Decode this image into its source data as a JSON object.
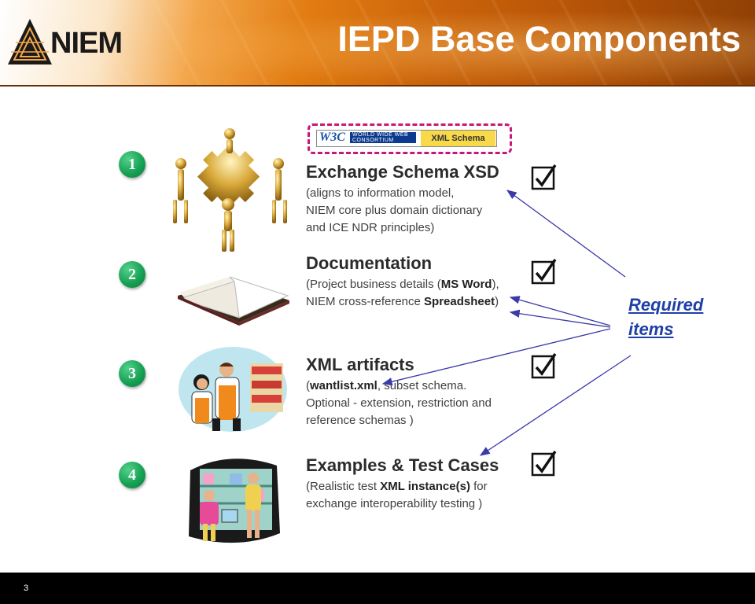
{
  "header": {
    "title": "IEPD Base Components",
    "logo_text": "NIEM"
  },
  "badge": {
    "logo": "W3C",
    "consortium_top": "WORLD WIDE WEB",
    "consortium_bottom": "CONSORTIUM",
    "label": "XML Schema"
  },
  "items": [
    {
      "number": "1",
      "heading": "Exchange Schema XSD",
      "lines": [
        "(aligns to information model,",
        "NIEM core plus domain dictionary",
        "and ICE NDR principles)"
      ],
      "art": "figures-puzzle-illustration"
    },
    {
      "number": "2",
      "heading": "Documentation",
      "line1_pre": "(Project business details (",
      "line1_bold": "MS Word",
      "line1_post": "),",
      "line2_pre": "NIEM cross-reference ",
      "line2_bold": "Spreadsheet",
      "line2_post": ")",
      "art": "open-book-illustration"
    },
    {
      "number": "3",
      "heading": "XML artifacts",
      "line1_pre": "(",
      "line1_bold": "wantlist.xml",
      "line1_post": ", subset schema.",
      "line2": "Optional - extension, restriction and",
      "line3": "reference schemas )",
      "art": "store-clerks-illustration"
    },
    {
      "number": "4",
      "heading": "Examples & Test Cases",
      "line1_pre": "(Realistic test ",
      "line1_bold": "XML instance(s)",
      "line1_post": " for",
      "line2": "exchange interoperability testing )",
      "art": "shoppers-illustration"
    }
  ],
  "required": {
    "line1": "Required",
    "line2": "items"
  },
  "footer": {
    "page_number": "3"
  },
  "colors": {
    "accent_orange": "#e27d12",
    "number_green": "#17a255",
    "link_blue": "#1f3fa8",
    "arrow_blue": "#3a3aa8",
    "badge_pink": "#c4187a"
  },
  "icons": {
    "check": "checkbox-checked-icon"
  }
}
